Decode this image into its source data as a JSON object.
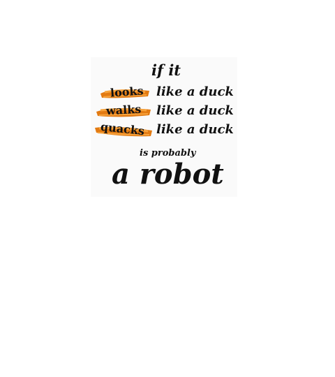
{
  "poster": {
    "lead": "if it",
    "rows": [
      {
        "verb": "looks",
        "phrase": "like a duck"
      },
      {
        "verb": "walks",
        "phrase": "like a duck"
      },
      {
        "verb": "quacks",
        "phrase": "like a duck"
      }
    ],
    "small_line": "is probably",
    "big_line": "a robot"
  },
  "colors": {
    "ink": "#111111",
    "brush_dark": "#e27a12",
    "brush_light": "#f7a33c",
    "background": "#ffffff"
  },
  "icons": [
    "brush-stroke-icon"
  ]
}
